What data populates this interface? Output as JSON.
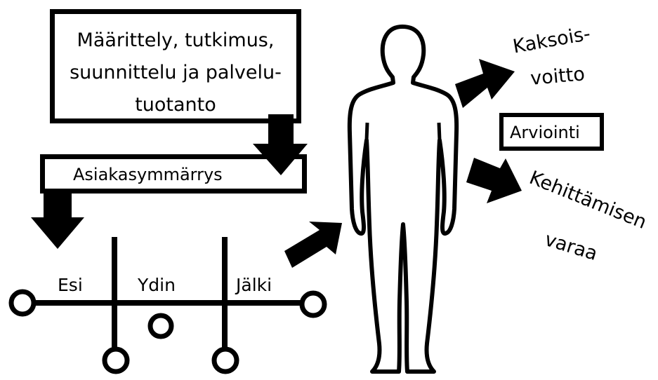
{
  "boxes": {
    "definition": {
      "line1": "Määrittely, tutkimus,",
      "line2": "suunnittelu ja palvelu-",
      "line3": "tuotanto"
    },
    "understanding": "Asiakasymmärrys",
    "evaluation": "Arviointi"
  },
  "timeline": {
    "pre": "Esi",
    "core": "Ydin",
    "post": "Jälki"
  },
  "outcomes": {
    "win_win_line1": "Kaksois-",
    "win_win_line2": "voitto",
    "improve_line1": "Kehittämisen",
    "improve_line2": "varaa"
  },
  "colors": {
    "ink": "#000000",
    "paper": "#ffffff"
  }
}
